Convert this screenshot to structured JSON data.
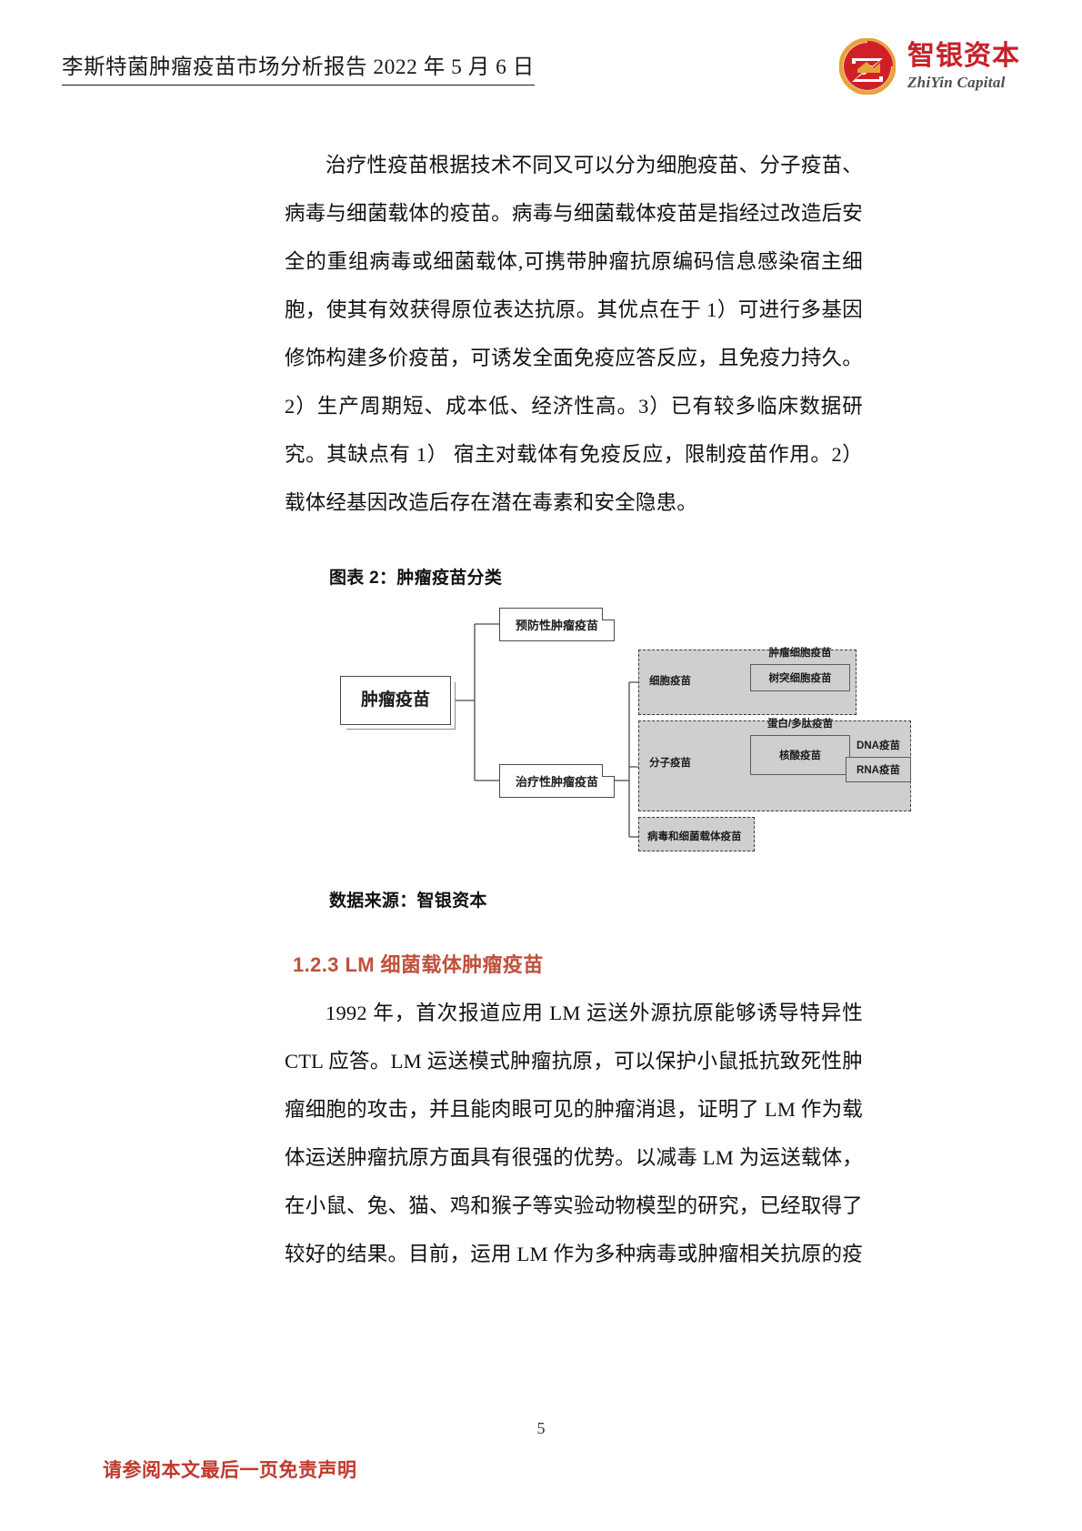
{
  "header": {
    "title": "李斯特菌肿瘤疫苗市场分析报告 2022 年 5 月 6 日",
    "logo_cn": "智银资本",
    "logo_en": "ZhiYin Capital",
    "logo_color": "#c8202a"
  },
  "body": {
    "paragraph_1": "治疗性疫苗根据技术不同又可以分为细胞疫苗、分子疫苗、病毒与细菌载体的疫苗。病毒与细菌载体疫苗是指经过改造后安全的重组病毒或细菌载体,可携带肿瘤抗原编码信息感染宿主细胞，使其有效获得原位表达抗原。其优点在于 1）可进行多基因修饰构建多价疫苗，可诱发全面免疫应答反应，且免疫力持久。2）生产周期短、成本低、经济性高。3）已有较多临床数据研究。其缺点有 1） 宿主对载体有免疫反应，限制疫苗作用。2） 载体经基因改造后存在潜在毒素和安全隐患。",
    "paragraph_2": "1992 年，首次报道应用 LM 运送外源抗原能够诱导特异性 CTL 应答。LM 运送模式肿瘤抗原，可以保护小鼠抵抗致死性肿瘤细胞的攻击，并且能肉眼可见的肿瘤消退，证明了 LM 作为载体运送肿瘤抗原方面具有很强的优势。以减毒 LM 为运送载体，在小鼠、兔、猫、鸡和猴子等实验动物模型的研究，已经取得了较好的结果。目前，运用 LM 作为多种病毒或肿瘤相关抗原的疫"
  },
  "figure": {
    "title": "图表 2：肿瘤疫苗分类",
    "source": "数据来源：智银资本",
    "nodes": {
      "root": "肿瘤疫苗",
      "preventive": "预防性肿瘤疫苗",
      "therapeutic": "治疗性肿瘤疫苗",
      "cell_vaccine": "细胞疫苗",
      "tumor_cell_vaccine": "肿瘤细胞疫苗",
      "dendritic_cell_vaccine": "树突细胞疫苗",
      "molecular_vaccine": "分子疫苗",
      "protein_peptide_vaccine": "蛋白/多肽疫苗",
      "nucleic_acid_vaccine": "核酸疫苗",
      "dna_vaccine": "DNA疫苗",
      "rna_vaccine": "RNA疫苗",
      "viral_bacterial_vector_vaccine": "病毒和细菌载体疫苗"
    }
  },
  "section": {
    "heading": "1.2.3 LM 细菌载体肿瘤疫苗",
    "heading_color": "#c0503a"
  },
  "footer": {
    "disclaimer": "请参阅本文最后一页免责声明",
    "page_number": "5",
    "disclaimer_color": "#c0392b"
  }
}
